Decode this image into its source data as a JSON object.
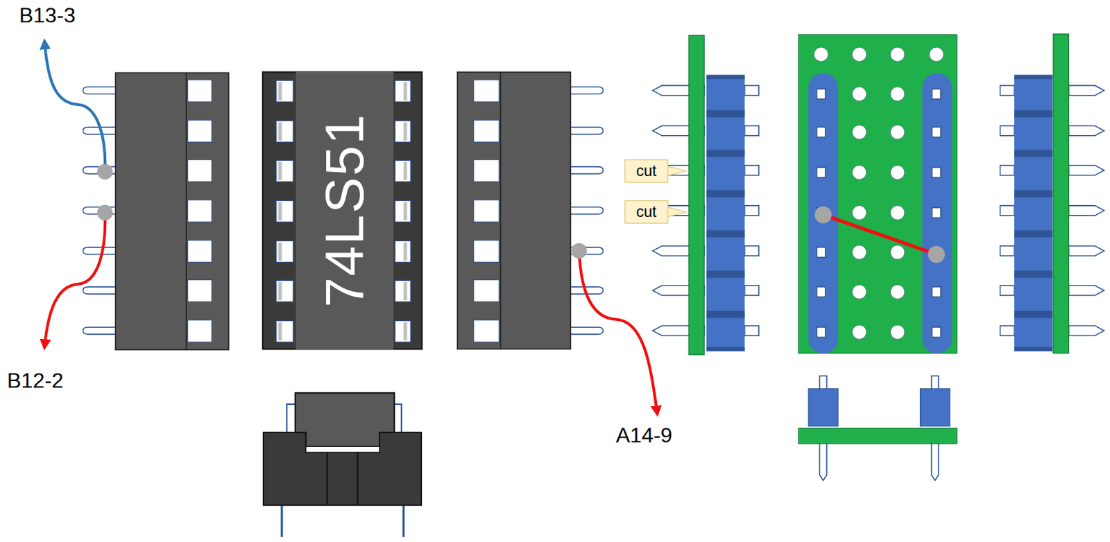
{
  "diagram": {
    "nodes": [
      {
        "text": [
          "74LS51"
        ]
      },
      {
        "text": [
          "cut"
        ]
      },
      {
        "text": [
          "cut"
        ]
      }
    ],
    "labels": [
      "B13-3",
      "B12-2",
      "A14-9"
    ]
  }
}
